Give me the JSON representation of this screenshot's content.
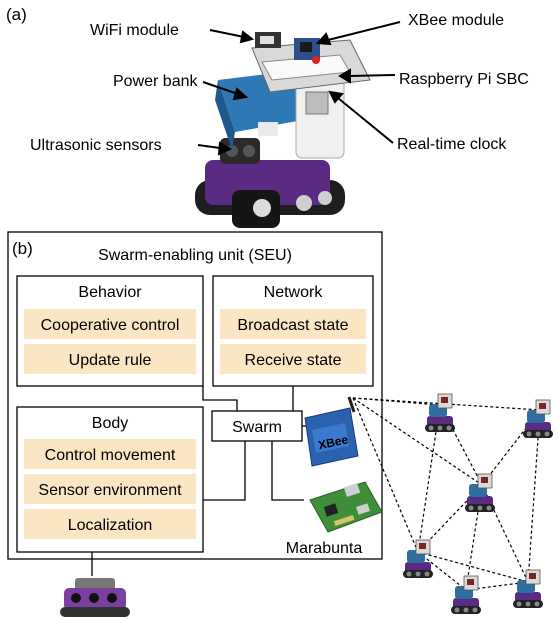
{
  "panel_a": {
    "tag": "(a)",
    "labels": {
      "wifi": "WiFi module",
      "xbee": "XBee module",
      "power_bank": "Power bank",
      "raspberry_pi": "Raspberry Pi SBC",
      "ultrasonic": "Ultrasonic sensors",
      "rtc": "Real-time clock"
    }
  },
  "panel_b": {
    "tag": "(b)",
    "title": "Swarm-enabling unit (SEU)",
    "behavior": {
      "title": "Behavior",
      "items": [
        "Cooperative control",
        "Update rule"
      ]
    },
    "network": {
      "title": "Network",
      "items": [
        "Broadcast state",
        "Receive state"
      ]
    },
    "body": {
      "title": "Body",
      "items": [
        "Control movement",
        "Sensor environment",
        "Localization"
      ]
    },
    "swarm": "Swarm",
    "marabunta": "Marabunta",
    "xbee_chip_text": "XBee"
  },
  "colors": {
    "item_fill": "#fbe6c4",
    "robot_purple": "#6a2c91",
    "robot_blue": "#2f6f9f",
    "board_green": "#3f8f3a"
  }
}
